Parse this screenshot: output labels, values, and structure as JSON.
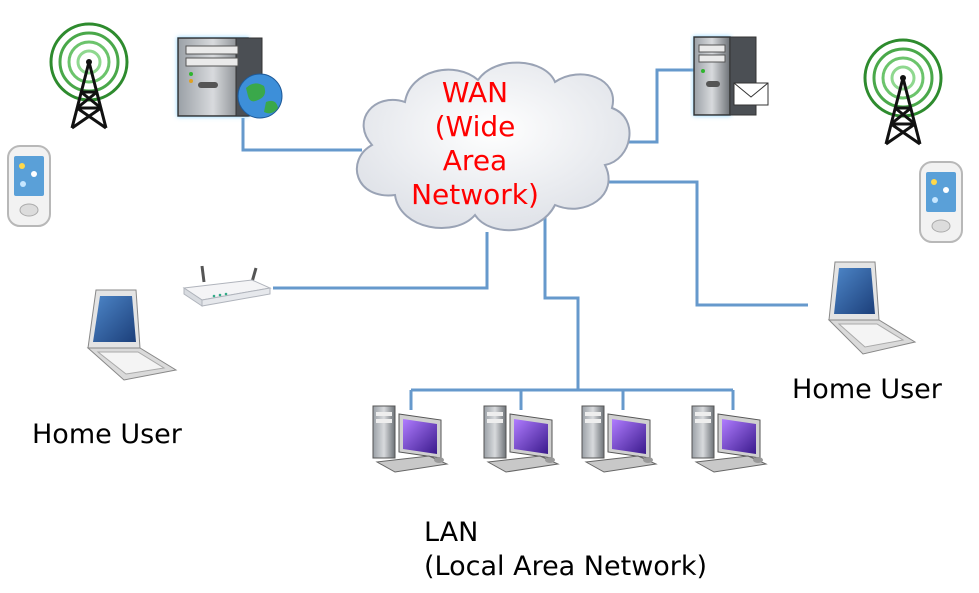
{
  "wan": {
    "line1": "WAN",
    "line2": "(Wide",
    "line3": "Area",
    "line4": "Network)",
    "color": "#ff0000"
  },
  "labels": {
    "home_user_left": "Home User",
    "home_user_right": "Home User",
    "lan_line1": "LAN",
    "lan_line2": "(Local Area Network)"
  },
  "colors": {
    "link": "#6699cc",
    "cloud_fill": "#eef0f4",
    "cloud_stroke": "#9aa3b5",
    "tower_ring": "#2e8b2e"
  },
  "icons": {
    "tower_left": "cell-tower-icon",
    "tower_right": "cell-tower-icon",
    "phone_left": "mobile-phone-icon",
    "phone_right": "mobile-phone-icon",
    "web_server": "web-server-icon",
    "mail_server": "mail-server-icon",
    "router": "wireless-router-icon",
    "laptop_left": "laptop-icon",
    "laptop_right": "laptop-icon",
    "lan_pcs": [
      "desktop-pc-icon",
      "desktop-pc-icon",
      "desktop-pc-icon",
      "desktop-pc-icon"
    ]
  }
}
